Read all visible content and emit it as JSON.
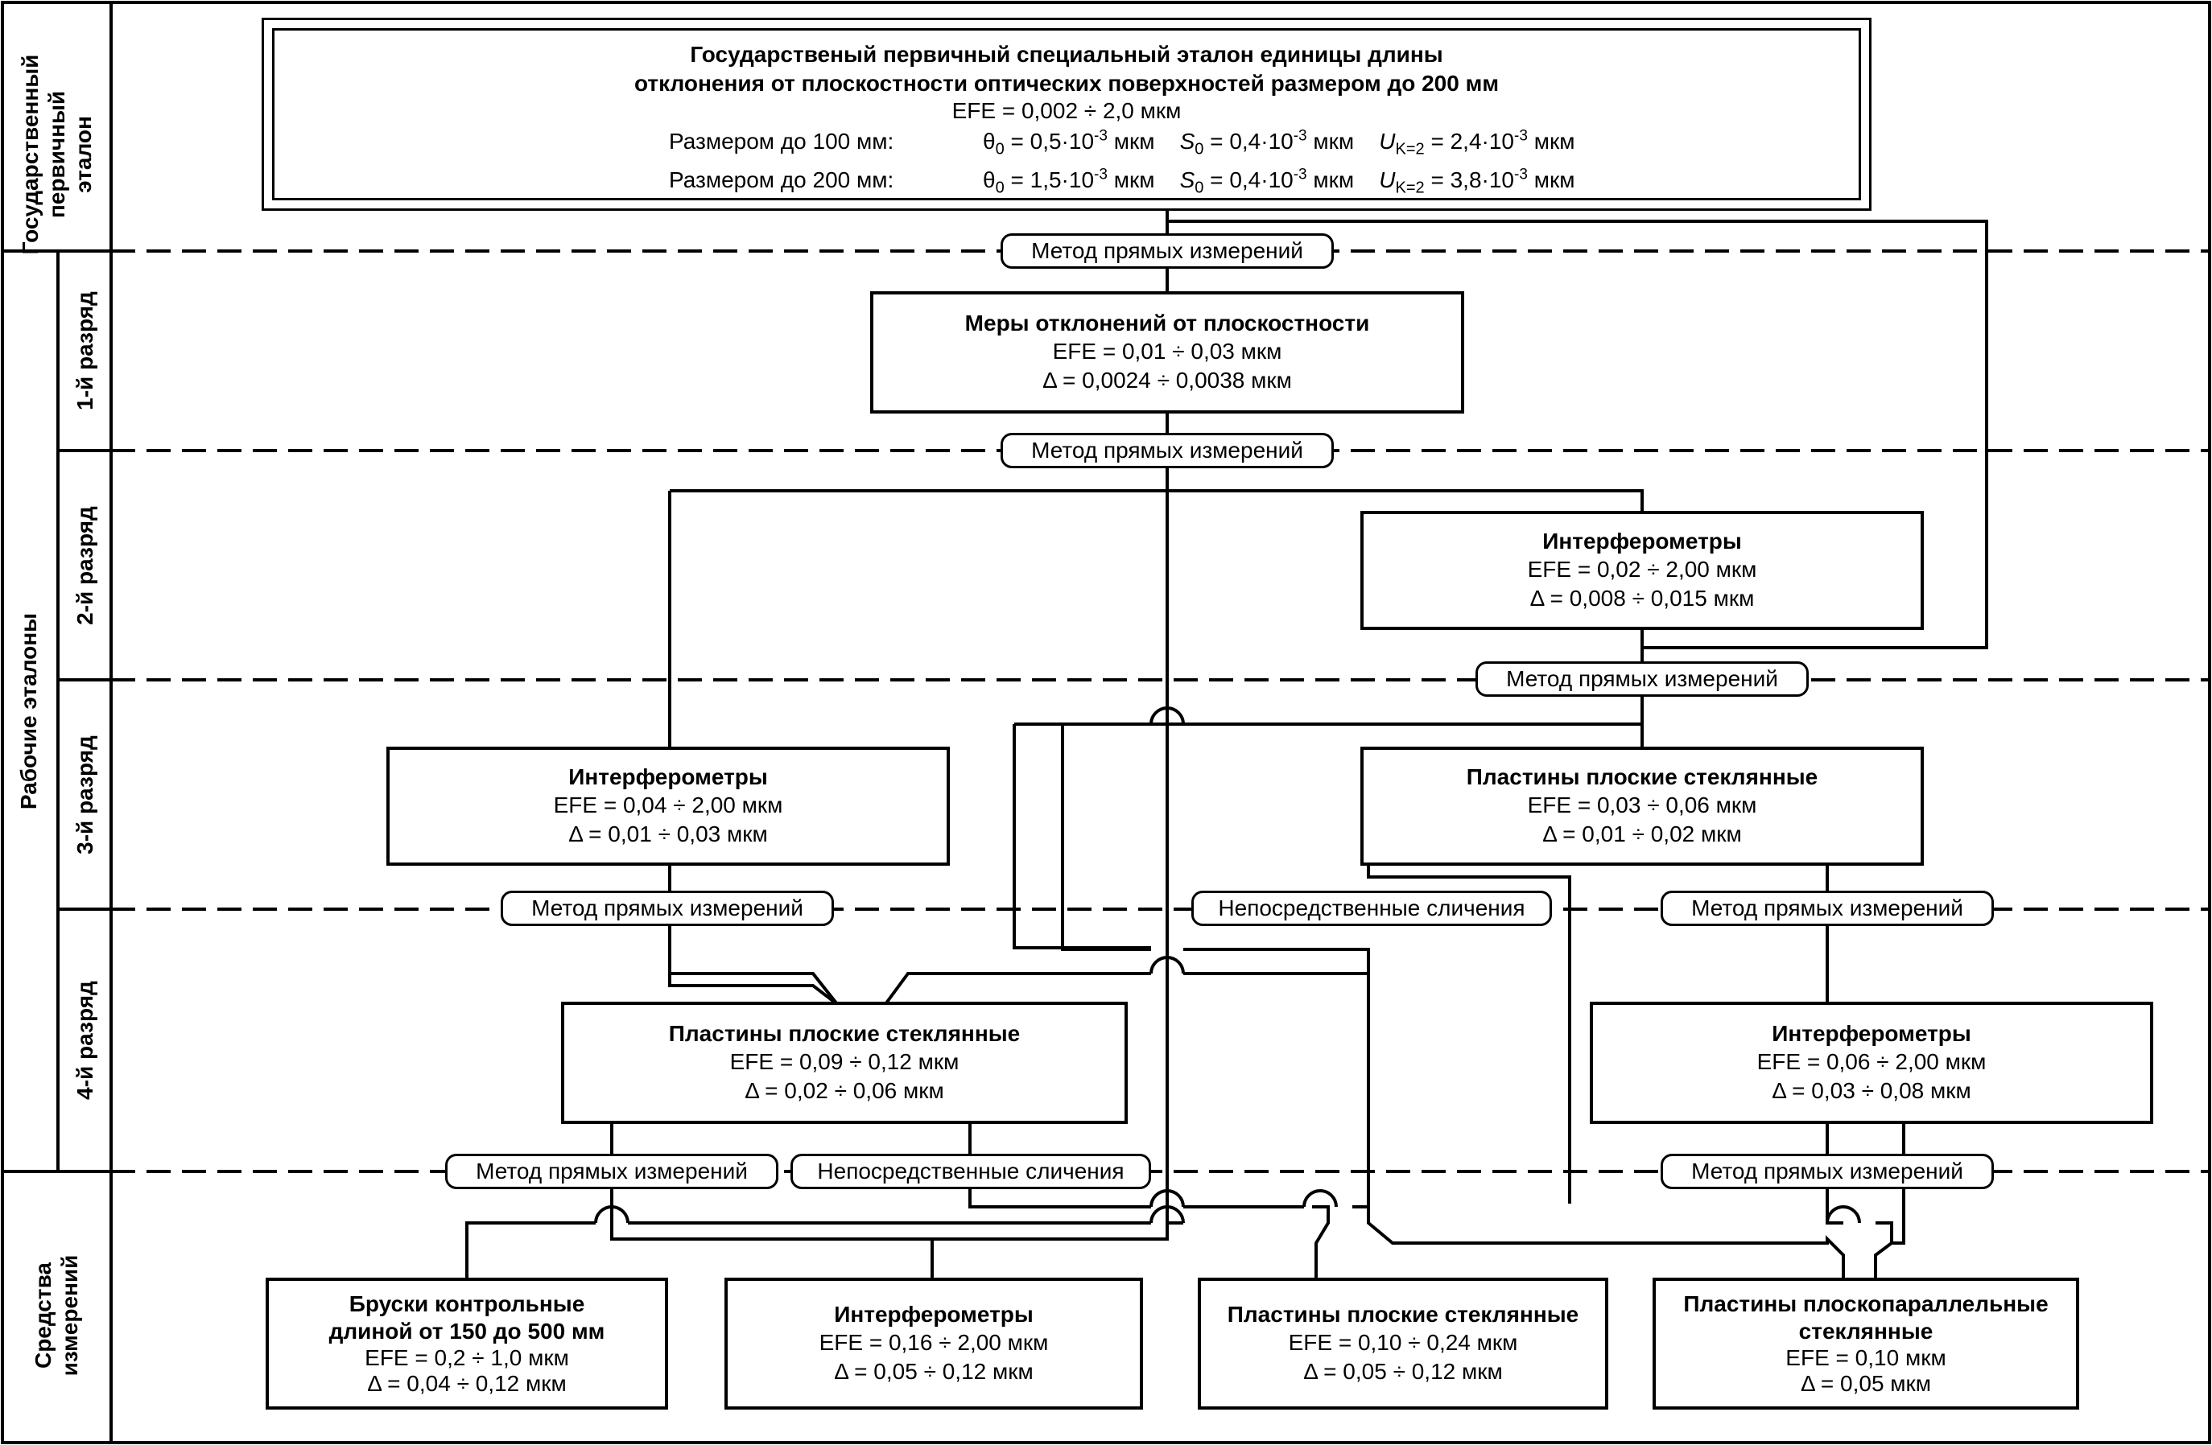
{
  "left_labels": {
    "primary": [
      "Государственный",
      "первичный",
      "эталон"
    ],
    "working": "Рабочие эталоны",
    "rank1": "1-й разряд",
    "rank2": "2-й разряд",
    "rank3": "3-й разряд",
    "rank4": "4-й разряд",
    "instruments": [
      "Средства",
      "измерений"
    ]
  },
  "state_standard": {
    "title_line1": "Государственый первичный специальный эталон единицы длины",
    "title_line2": "отклонения от плоскостности оптических поверхностей размером до 200 мм",
    "efe": "EFE = 0,002 ÷ 2,0 мкм",
    "row1_label": "Размером до 100 мм:",
    "row2_label": "Размером до 200 мм:",
    "row1_theta": "0,5·10",
    "row1_s": "0,4·10",
    "row1_u": "2,4·10",
    "row2_theta": "1,5·10",
    "row2_s": "0,4·10",
    "row2_u": "3,8·10",
    "exp": "-3",
    "unit": "мкм",
    "theta_sym": "θ",
    "s_sym": "S",
    "u_sym": "U",
    "sub0": "0",
    "subK": "K=2",
    "eq": " = "
  },
  "methods": {
    "direct": "Метод прямых измерений",
    "comparison": "Непосредственные сличения"
  },
  "boxes": {
    "rank1_measures": {
      "title": "Меры отклонений от плоскостности",
      "efe": "EFE = 0,01 ÷ 0,03 мкм",
      "delta": "Δ = 0,0024 ÷ 0,0038 мкм"
    },
    "rank2_interf": {
      "title": "Интерферометры",
      "efe": "EFE = 0,02 ÷ 2,00 мкм",
      "delta": "Δ = 0,008 ÷ 0,015 мкм"
    },
    "rank3_interf": {
      "title": "Интерферометры",
      "efe": "EFE = 0,04 ÷ 2,00 мкм",
      "delta": "Δ = 0,01 ÷ 0,03 мкм"
    },
    "rank3_plates": {
      "title": "Пластины плоские стеклянные",
      "efe": "EFE = 0,03 ÷ 0,06 мкм",
      "delta": "Δ = 0,01 ÷ 0,02 мкм"
    },
    "rank4_plates": {
      "title": "Пластины плоские стеклянные",
      "efe": "EFE = 0,09 ÷ 0,12 мкм",
      "delta": "Δ = 0,02 ÷ 0,06 мкм"
    },
    "rank4_interf": {
      "title": "Интерферометры",
      "efe": "EFE = 0,06 ÷ 2,00 мкм",
      "delta": "Δ = 0,03 ÷ 0,08 мкм"
    },
    "mi_bars": {
      "title1": "Бруски контрольные",
      "title2": "длиной от 150 до 500 мм",
      "efe": "EFE = 0,2 ÷ 1,0 мкм",
      "delta": "Δ = 0,04 ÷ 0,12 мкм"
    },
    "mi_interf": {
      "title": "Интерферометры",
      "efe": "EFE = 0,16 ÷ 2,00 мкм",
      "delta": "Δ = 0,05 ÷ 0,12 мкм"
    },
    "mi_plates": {
      "title": "Пластины плоские стеклянные",
      "efe": "EFE = 0,10 ÷ 0,24 мкм",
      "delta": "Δ = 0,05 ÷ 0,12 мкм"
    },
    "mi_parallel": {
      "title1": "Пластины плоскопараллельные",
      "title2": "стеклянные",
      "efe": "EFE = 0,10 мкм",
      "delta": "Δ = 0,05 мкм"
    }
  }
}
